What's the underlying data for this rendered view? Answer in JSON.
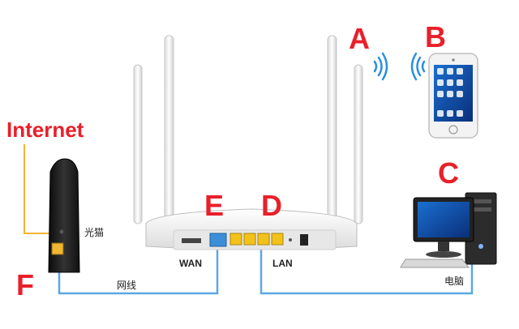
{
  "diagram": {
    "labels": {
      "a": "A",
      "b": "B",
      "c": "C",
      "d": "D",
      "e": "E",
      "f": "F",
      "internet": "Internet"
    },
    "texts": {
      "modem": "光猫",
      "cable": "网线",
      "computer": "电脑",
      "wan": "WAN",
      "lan": "LAN"
    },
    "colors": {
      "accent_label": "#e8202a",
      "cable_blue": "#5aa8e6",
      "cable_yellow": "#f2b531",
      "router_body": "#f4f4f4",
      "wan_port": "#3b8fd8",
      "lan_port": "#f2c21b",
      "wifi_wave": "#2b8fe0"
    },
    "icons": {
      "router": "router-icon",
      "modem": "modem-icon",
      "phone": "smartphone-icon",
      "computer": "desktop-computer-icon",
      "wifi_router": "wifi-signal-icon",
      "wifi_phone": "wifi-signal-icon"
    }
  }
}
